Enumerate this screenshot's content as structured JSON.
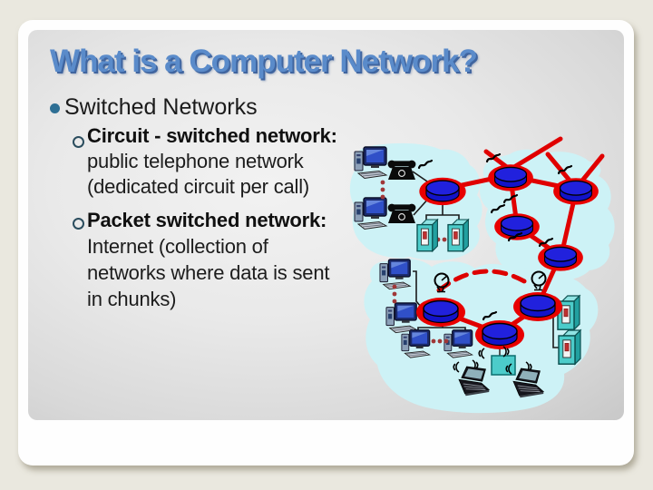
{
  "slide": {
    "title": "What is a Computer Network?",
    "bullets": [
      {
        "level": 1,
        "text": "Switched Networks"
      },
      {
        "level": 2,
        "head": "Circuit - switched network:",
        "lines": [
          "public telephone network",
          "(dedicated circuit per call)"
        ]
      },
      {
        "level": 2,
        "head": "Packet switched network:",
        "lines": [
          "Internet (collection of",
          "networks where data is sent",
          "in chunks)"
        ]
      }
    ],
    "colors": {
      "page_background": "#eae8df",
      "card_white": "#fefefe",
      "slide_gradient_center": "#f2f2f2",
      "slide_gradient_edge": "#a4a4a4",
      "title_blue": "#5a8bca",
      "title_shadow_blue": "#40659f",
      "body_text": "#1c1c1c",
      "level1_bullet_blue": "#2e6f94",
      "level2_bullet_ring": "#2b4d5e",
      "network_cloud_cyan": "#cdf2f6",
      "router_ring_red": "#e80000",
      "router_body_blue": "#1b1bd0",
      "link_red": "#e00000",
      "dashed_link_red": "#dd0000",
      "device_teal": "#4cccca",
      "ellipsis_dot_brown": "#a03838"
    },
    "diagram": {
      "type": "network-clipart",
      "clouds": 3,
      "routers": 8,
      "workstations": 6,
      "telephones": 2,
      "ethernet_switches": 2,
      "server_towers": 2,
      "laptops": 2,
      "satellite_dishes": 2,
      "wireless_dashed_links": 1,
      "icon_names": [
        "workstation-icon",
        "telephone-icon",
        "router-icon",
        "ethernet-switch-icon",
        "server-tower-icon",
        "laptop-icon",
        "satellite-dish-icon",
        "wireless-signal-icon",
        "antenna-squiggle-icon",
        "network-cloud"
      ]
    }
  }
}
